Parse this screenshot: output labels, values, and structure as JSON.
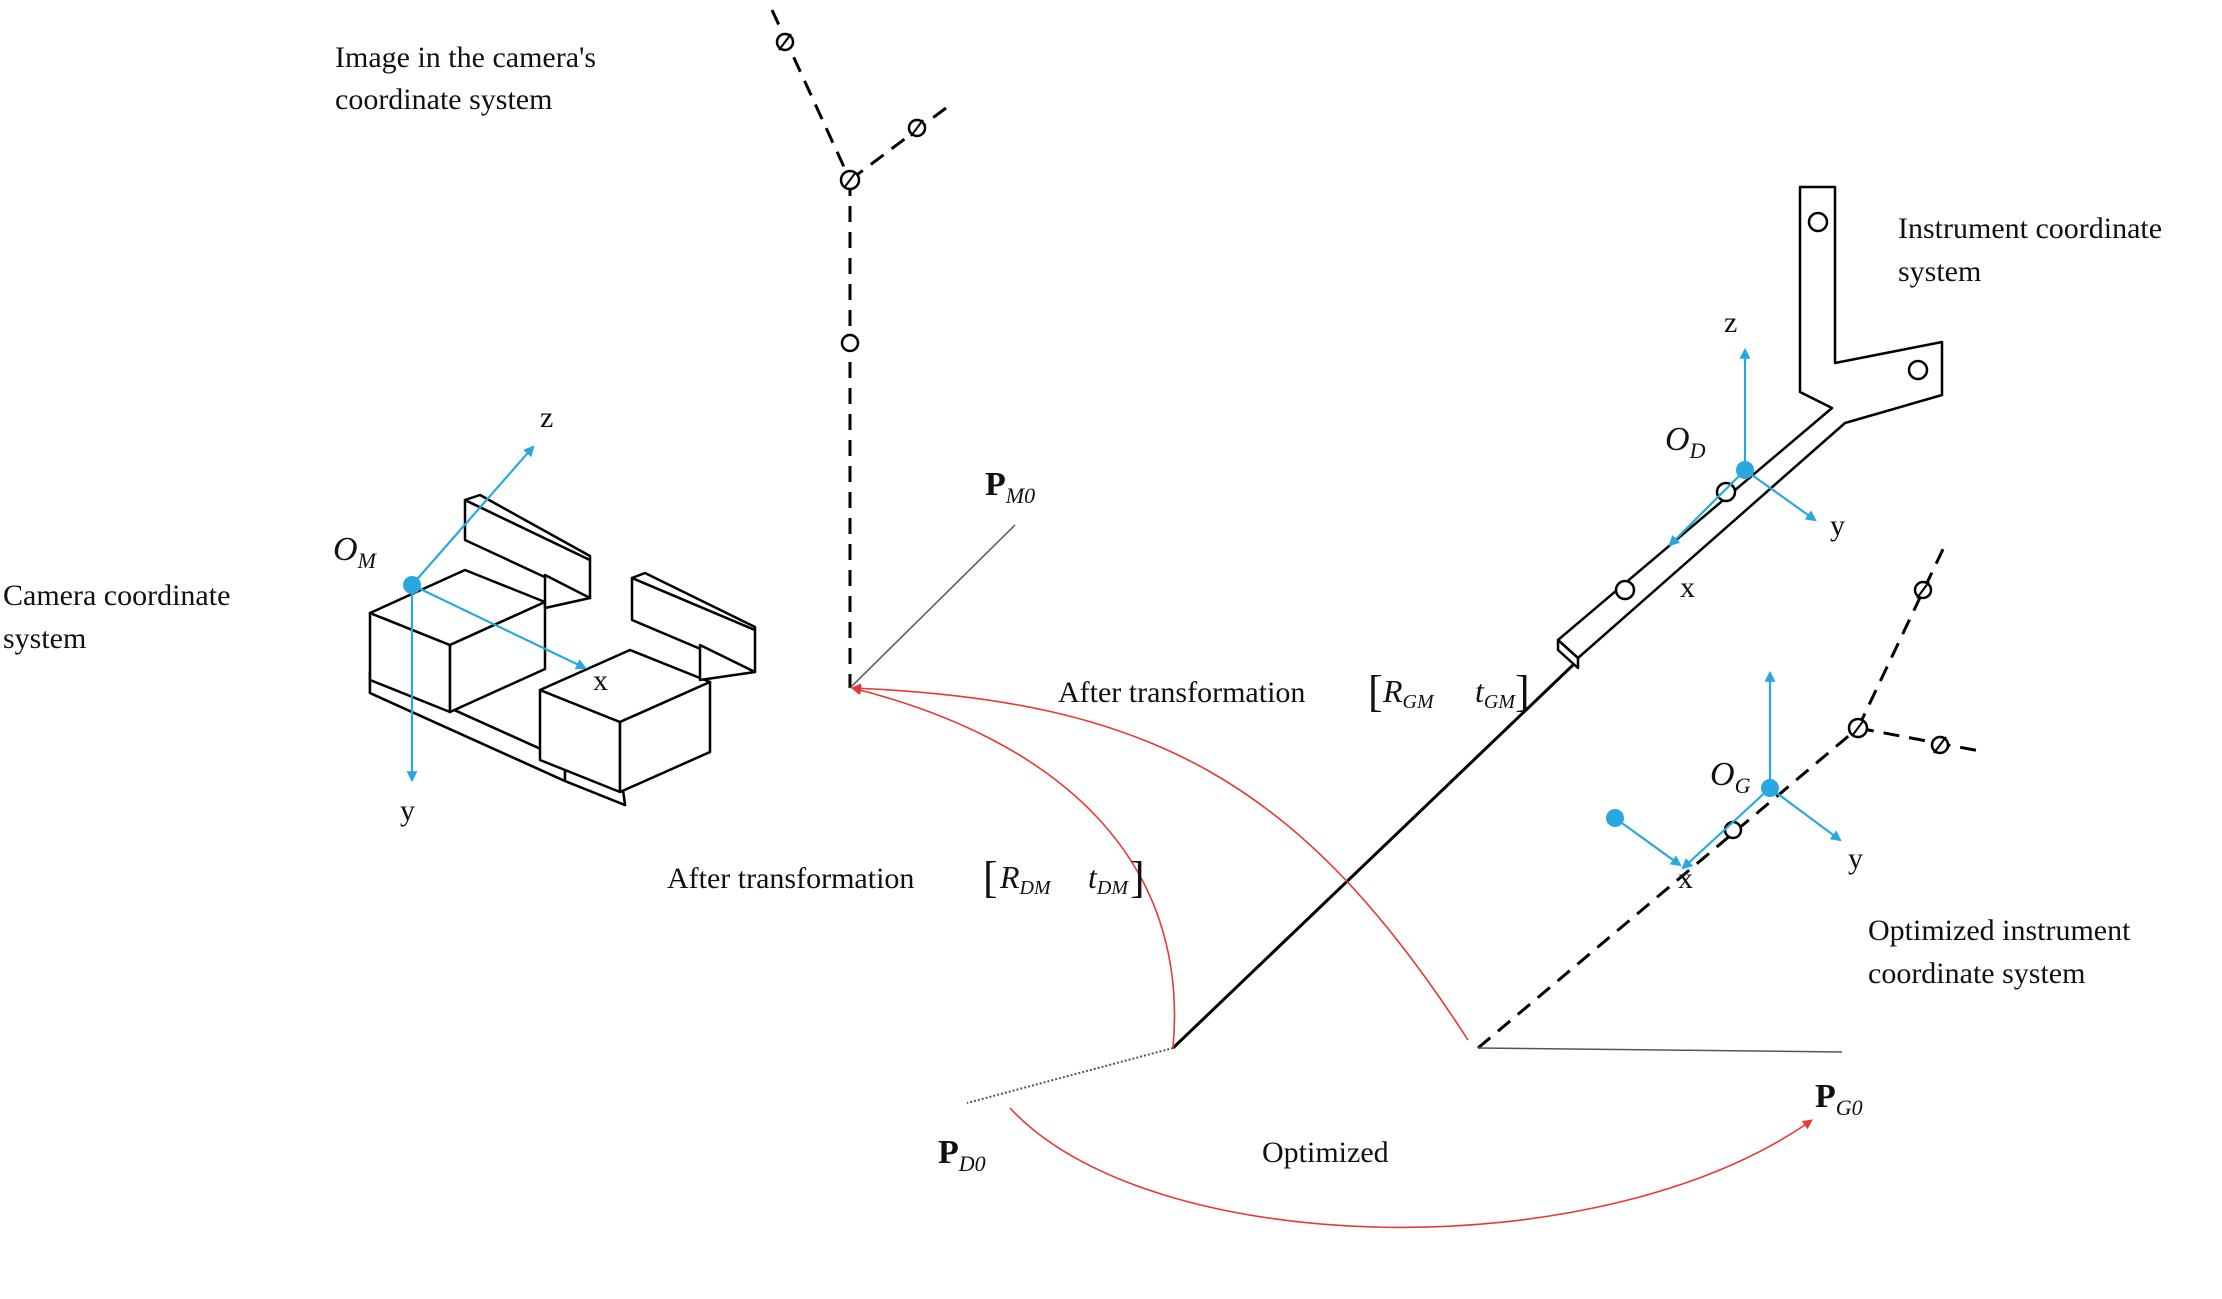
{
  "labels": {
    "image_camera_line1": "Image in the camera's",
    "image_camera_line2": "coordinate system",
    "camera_cs_line1": "Camera coordinate",
    "camera_cs_line2": "system",
    "instrument_cs_line1": "Instrument coordinate",
    "instrument_cs_line2": "system",
    "optimized_cs_line1": "Optimized instrument",
    "optimized_cs_line2": "coordinate system",
    "after_transformation_gm": "After transformation",
    "after_transformation_dm": "After transformation",
    "optimized": "Optimized"
  },
  "math": {
    "R_GM": {
      "base": "R",
      "sub": "GM"
    },
    "t_GM": {
      "base": "t",
      "sub": "GM"
    },
    "R_DM": {
      "base": "R",
      "sub": "DM"
    },
    "t_DM": {
      "base": "t",
      "sub": "DM"
    },
    "bracket_open": "[",
    "bracket_close": "]"
  },
  "origins": {
    "camera": {
      "base": "O",
      "sub": "M"
    },
    "instrument": {
      "base": "O",
      "sub": "D"
    },
    "optimized": {
      "base": "O",
      "sub": "G"
    }
  },
  "axes": {
    "camera": {
      "x": "x",
      "y": "y",
      "z": "z"
    },
    "instrument": {
      "x": "x",
      "y": "y",
      "z": "z"
    },
    "optimized": {
      "x": "x",
      "y": "y"
    }
  },
  "points": {
    "PM0": {
      "base": "P",
      "sub": "M0"
    },
    "PD0": {
      "base": "P",
      "sub": "D0"
    },
    "PG0": {
      "base": "P",
      "sub": "G0"
    }
  },
  "colors": {
    "axis_blue": "#29a8e0",
    "arrow_red": "#e53935",
    "line_black": "#000000"
  }
}
